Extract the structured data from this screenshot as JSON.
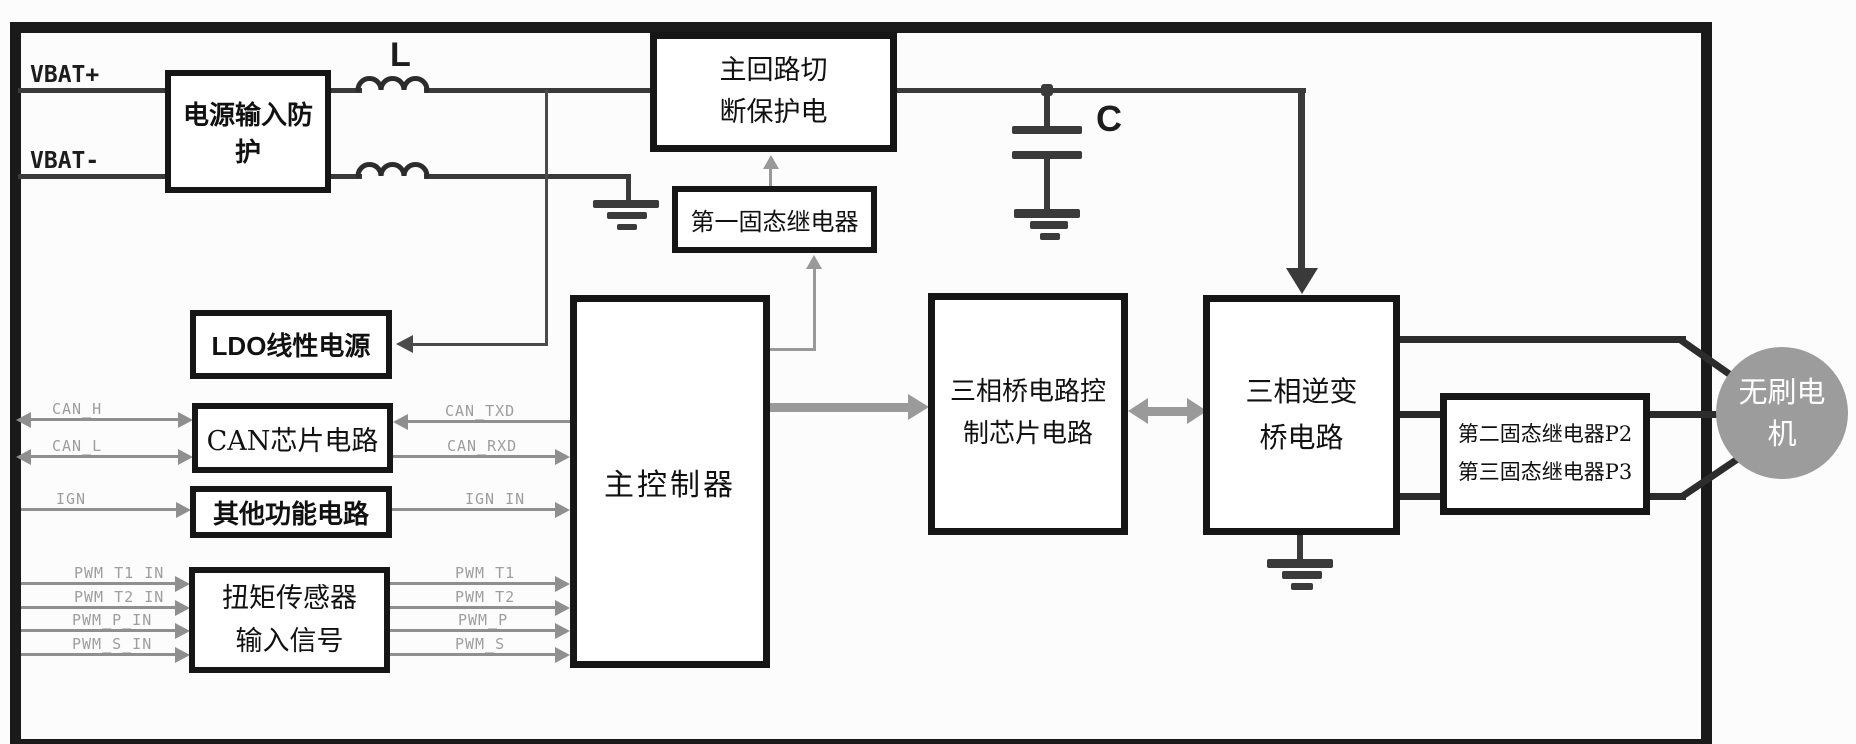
{
  "colors": {
    "line_dark": "#3a3a3a",
    "line_gray": "#8f8f8f",
    "label_gray": "#9e9e9e",
    "box_border": "#161616",
    "motor_fill": "#9c9c9c",
    "motor_text": "#ffffff"
  },
  "labels": {
    "vbat_plus": "VBAT+",
    "vbat_minus": "VBAT-",
    "inductor": "L",
    "capacitor": "C"
  },
  "boxes": {
    "power_protection": "电源输入防护",
    "main_cutoff": [
      "主回路切",
      "断保护电"
    ],
    "ssr1": "第一固态继电器",
    "ldo": "LDO线性电源",
    "can_chip": "CAN芯片电路",
    "other_func": "其他功能电路",
    "torque": [
      "扭矩传感器",
      "输入信号"
    ],
    "mcu": "主控制器",
    "bridge_ctrl": [
      "三相桥电路控",
      "制芯片电路"
    ],
    "inverter": [
      "三相逆变",
      "桥电路"
    ],
    "ssr23": [
      "第二固态继电器P2",
      "第三固态继电器P3"
    ],
    "motor": [
      "无刷电",
      "机"
    ]
  },
  "signals_left": {
    "can_h": "CAN_H",
    "can_l": "CAN_L",
    "ign": "IGN",
    "pwm_t1_in": "PWM T1 IN",
    "pwm_t2_in": "PWM T2 IN",
    "pwm_p_in": "PWM_P_IN",
    "pwm_s_in": "PWM_S_IN"
  },
  "signals_right": {
    "can_txd": "CAN_TXD",
    "can_rxd": "CAN_RXD",
    "ign_in": "IGN IN",
    "pwm_t1": "PWM T1",
    "pwm_t2": "PWM T2",
    "pwm_p": "PWM_P",
    "pwm_s": "PWM_S"
  }
}
